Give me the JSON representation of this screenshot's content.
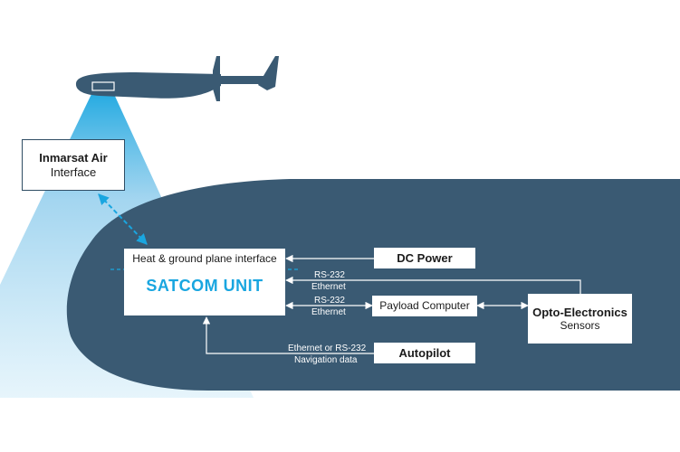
{
  "colors": {
    "body": "#3a5a73",
    "accent": "#19a6e0",
    "beam": "#c5e6f6",
    "line": "#ffffff",
    "text_dark": "#1b1b1b"
  },
  "boxes": {
    "inmarsat": {
      "line1": "Inmarsat Air",
      "line2": "Interface"
    },
    "satcom": {
      "header": "Heat & ground plane interface",
      "title": "SATCOM UNIT"
    },
    "dc_power": "DC Power",
    "payload_computer": "Payload Computer",
    "opto": {
      "line1": "Opto-Electronics",
      "line2": "Sensors"
    },
    "autopilot": "Autopilot"
  },
  "links": {
    "rs232_top": "RS-232",
    "ethernet_top": "Ethernet",
    "rs232_mid": "RS-232",
    "ethernet_mid": "Ethernet",
    "eth_or_rs232": "Ethernet or RS-232",
    "nav_data": "Navigation data"
  }
}
